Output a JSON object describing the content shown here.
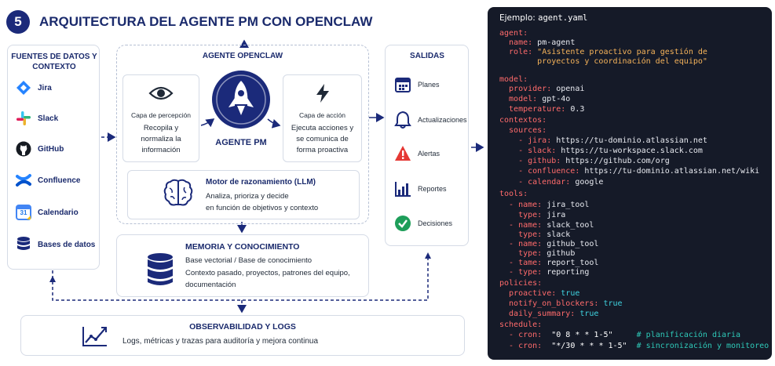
{
  "header": {
    "step": "5",
    "title": "ARQUITECTURA DEL AGENTE PM CON OPENCLAW"
  },
  "sources": {
    "title": "FUENTES DE DATOS Y CONTEXTO",
    "items": [
      {
        "label": "Jira",
        "icon": "jira-icon"
      },
      {
        "label": "Slack",
        "icon": "slack-icon"
      },
      {
        "label": "GitHub",
        "icon": "github-icon"
      },
      {
        "label": "Confluence",
        "icon": "confluence-icon"
      },
      {
        "label": "Calendario",
        "icon": "calendar-icon",
        "badge": "31"
      },
      {
        "label": "Bases de datos",
        "icon": "database-icon"
      }
    ]
  },
  "agent": {
    "title": "AGENTE OPENCLAW",
    "perception": {
      "title": "Capa de percepción",
      "desc": "Recopila y normaliza la información"
    },
    "core": {
      "label": "AGENTE PM"
    },
    "action": {
      "title": "Capa de acción",
      "desc": "Ejecuta acciones y se comunica de forma proactiva"
    },
    "reasoning": {
      "title": "Motor de razonamiento (LLM)",
      "desc1": "Analiza, prioriza y decide",
      "desc2": "en función de objetivos y contexto"
    }
  },
  "memory": {
    "title": "MEMORIA Y CONOCIMIENTO",
    "line1": "Base vectorial / Base de conocimiento",
    "line2": "Contexto pasado, proyectos, patrones del equipo,",
    "line3": "documentación"
  },
  "observability": {
    "title": "OBSERVABILIDAD Y LOGS",
    "desc": "Logs, métricas y trazas para auditoría y mejora continua"
  },
  "outputs": {
    "title": "SALIDAS",
    "items": [
      {
        "label": "Planes",
        "icon": "calendar-plan-icon"
      },
      {
        "label": "Actualizaciones",
        "icon": "bell-icon"
      },
      {
        "label": "Alertas",
        "icon": "warning-icon"
      },
      {
        "label": "Reportes",
        "icon": "bar-chart-icon"
      },
      {
        "label": "Decisiones",
        "icon": "check-circle-icon"
      }
    ]
  },
  "code": {
    "header_label": "Ejemplo:",
    "filename": "agent.yaml",
    "lines": [
      "agent:",
      "  name: pm-agent",
      "  role: \"Asistente proactivo para gestión de",
      "        proyectos y coordinación del equipo\"",
      "model:",
      "  provider: openai",
      "  model: gpt-4o",
      "  temperature: 0.3",
      "contextos:",
      "  sources:",
      "    - jira: https://tu-dominio.atlassian.net",
      "    - slack: https://tu-workspace.slack.com",
      "    - github: https://github.com/org",
      "    - confluence: https://tu-dominio.atlassian.net/wiki",
      "    - calendar: google",
      "tools:",
      "  - name: jira_tool",
      "    type: jira",
      "  - name: slack_tool",
      "    type: slack",
      "  - name: github_tool",
      "    type: github",
      "  - tame: report_tool",
      "  - type: reporting",
      "policies:",
      "  proactive: true",
      "  notify_on_blockers: true",
      "  daily_summary: true",
      "schedule:",
      "  - cron: \"0 8 * * 1-5\"",
      "    # planificación diaria",
      "  - cron: \"*/30 * * * 1-5\"",
      "    # sincronización y monitoreo"
    ]
  },
  "colors": {
    "navy": "#1a2a6c",
    "accent": "#1b2a7a",
    "code_bg": "#151a28",
    "key": "#ff6b6b",
    "string": "#f5b35a",
    "bool": "#3fd3e0",
    "comment": "#2ec9b8"
  }
}
